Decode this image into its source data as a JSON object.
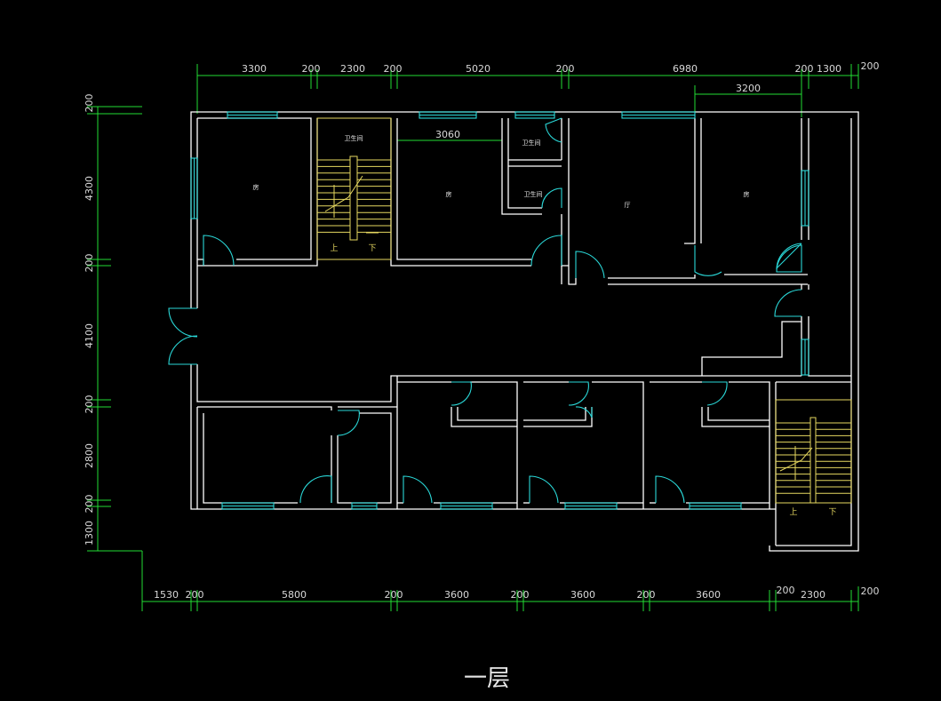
{
  "drawing_title": "一层",
  "dimensions": {
    "top": [
      "3300",
      "200",
      "2300",
      "200",
      "5020",
      "200",
      "6980",
      "200",
      "1300",
      "200"
    ],
    "top_inner": "3200",
    "corridor_inner": "3060",
    "bottom": [
      "1530",
      "200",
      "5800",
      "200",
      "3600",
      "200",
      "3600",
      "200",
      "3600",
      "200",
      "2300",
      "200"
    ],
    "left": [
      "200",
      "4300",
      "200",
      "4100",
      "200",
      "2800",
      "200",
      "1300"
    ]
  },
  "rooms": {
    "bathroom_1": "卫生间",
    "bathroom_2": "卫生间",
    "stair_top_label": "卫生间",
    "room_a": "房",
    "room_b": "房",
    "room_c": "厅",
    "room_d": "房"
  },
  "stairs": {
    "up": "上",
    "down": "下"
  }
}
